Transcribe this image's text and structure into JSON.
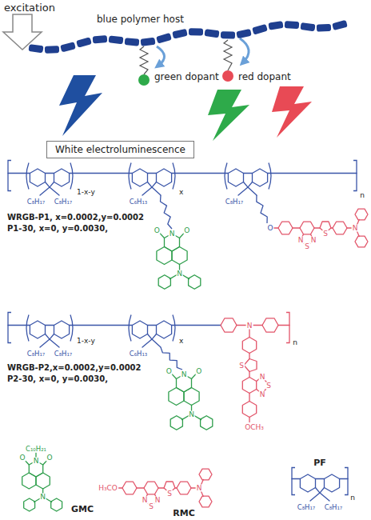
{
  "diagram": {
    "nodes": [
      {
        "text": [
          "White electroluminescence"
        ]
      }
    ],
    "labels": [
      "excitation",
      "blue polymer host",
      "green dopant",
      "red dopant",
      "WRGB-P1, x=0.0002,y=0.0002",
      "P1-30, x=0, y=0.0030,",
      "1-x-y",
      "x",
      "n",
      "C₈H₁₇",
      "C₈H₁₇",
      "C₆H₁₃",
      "C₈H₁₇",
      "O",
      "O",
      "N",
      "N",
      "O",
      "N",
      "S",
      "N",
      "S",
      "N",
      "WRGB-P2,x=0.0002,y=0.0002",
      "P2-30, x=0, y=0.0030,",
      "1-x-y",
      "x",
      "n",
      "C₈H₁₇",
      "C₈H₁₇",
      "C₆H₁₃",
      "O",
      "O",
      "N",
      "N",
      "N",
      "S",
      "N",
      "S",
      "N",
      "OCH₃",
      "C₁₀H₂₁",
      "O",
      "O",
      "N",
      "N",
      "GMC",
      "H₃CO",
      "N",
      "S",
      "N",
      "S",
      "N",
      "RMC",
      "C₈H₁₇",
      "C₈H₁₇",
      "n",
      "PF"
    ]
  }
}
